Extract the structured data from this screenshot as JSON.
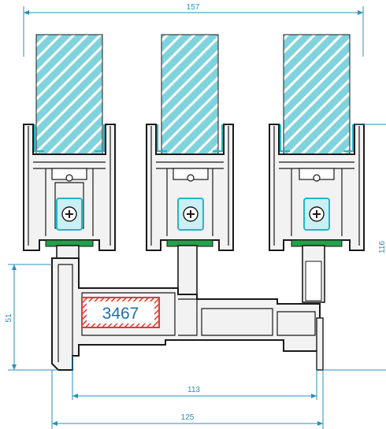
{
  "dimensions": {
    "top_width": "157",
    "left_height": "51",
    "inner_width": "113",
    "bottom_width": "125",
    "right_height": "116"
  },
  "profile_code": "3467",
  "colors": {
    "glass_fill": "#7fd3dc",
    "glass_stripe": "#ffffff",
    "profile_fill": "#f2f2f2",
    "profile_stroke": "#1a1a1a",
    "gasket": "#22a04a",
    "clip": "#22b6c8",
    "dimension": "#2a8fb8",
    "reinforcement": "#e53935",
    "label": "#1e6fae"
  }
}
